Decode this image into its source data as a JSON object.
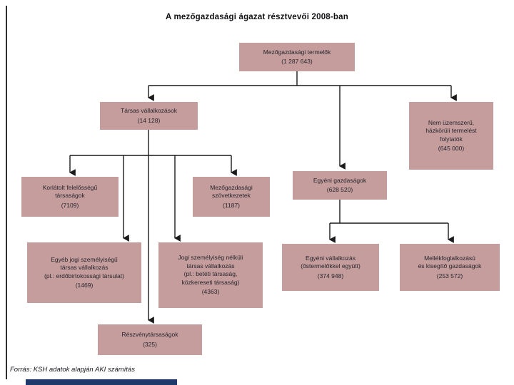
{
  "title": "A mezőgazdasági ágazat résztvevői 2008-ban",
  "source": "Forrás: KSH adatok alapján AKI számítás",
  "colors": {
    "box_fill": "#c69d9d",
    "connector": "#1a1a1a",
    "text": "#26262e",
    "footer_bar": "#1d3a6b"
  },
  "nodes": {
    "root": {
      "label": "Mezőgazdasági termelők",
      "value": "(1 287 643)"
    },
    "tarsas": {
      "label": "Társas vállalkozások",
      "value": "(14 128)"
    },
    "nem_uzemszeru": {
      "label": "Nem üzemszerű,\nházkörüli termelést\nfolytatók",
      "value": "(645 000)"
    },
    "egyeni_gazdasagok": {
      "label": "Egyéni gazdaságok",
      "value": "(628 520)"
    },
    "kft": {
      "label": "Korlátolt felelősségű\ntársaságok",
      "value": "(7109)"
    },
    "szovetkezet": {
      "label": "Mezőgazdasági\nszövetkezetek",
      "value": "(1187)"
    },
    "egyeb_jogi": {
      "label": "Egyéb jogi személyiségű\ntársas vállalkozás\n(pl.: erdőbirtokossági társulat)",
      "value": "(1469)"
    },
    "jogi_nelkuli": {
      "label": "Jogi személyiség nélküli\ntársas vállalkozás\n(pl.: betéti társaság,\nközkereseti társaság)",
      "value": "(4363)"
    },
    "reszvenytarsasag": {
      "label": "Részvénytársaságok",
      "value": "(325)"
    },
    "egyeni_vallalkozas": {
      "label": "Egyéni vállalkozás\n(őstermelőkkel együtt)",
      "value": "(374 948)"
    },
    "mellekfoglalkozasu": {
      "label": "Mellékfoglalkozású\nés kisegítő gazdaságok",
      "value": "(253 572)"
    }
  }
}
